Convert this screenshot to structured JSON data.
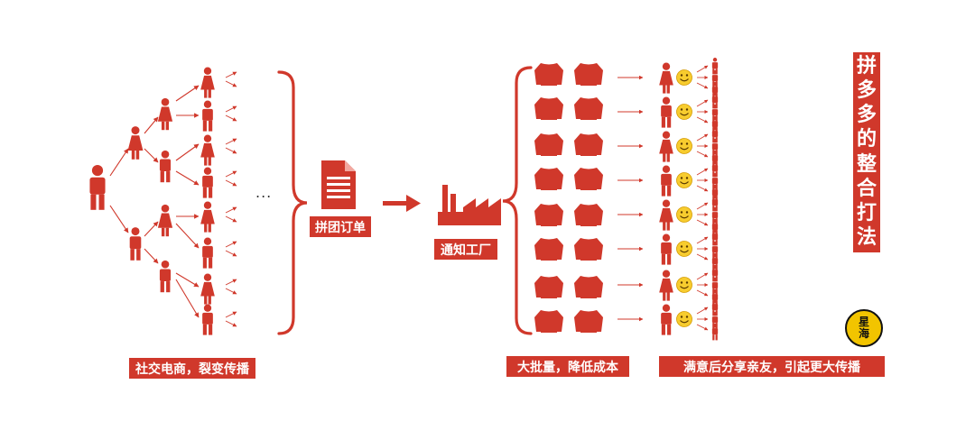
{
  "colors": {
    "accent": "#d0382b",
    "text_on_accent": "#ffffff",
    "seal": "#f2c400"
  },
  "icons": [
    "person-icon",
    "document-icon",
    "factory-icon",
    "sweater-icon",
    "smile-emoji-icon",
    "arrow-icon",
    "brace-icon"
  ],
  "labels": {
    "social": "社交电商，裂变传播",
    "group_order": "拼团订单",
    "notify_factory": "通知工厂",
    "bulk": "大批量，降低成本",
    "satisfied": "满意后分享亲友，引起更大传播"
  },
  "title_chars": [
    "拼",
    "多",
    "多",
    "的",
    "整",
    "合",
    "打",
    "法"
  ],
  "brand_chars": [
    "星",
    "海"
  ],
  "ellipsis": "..."
}
